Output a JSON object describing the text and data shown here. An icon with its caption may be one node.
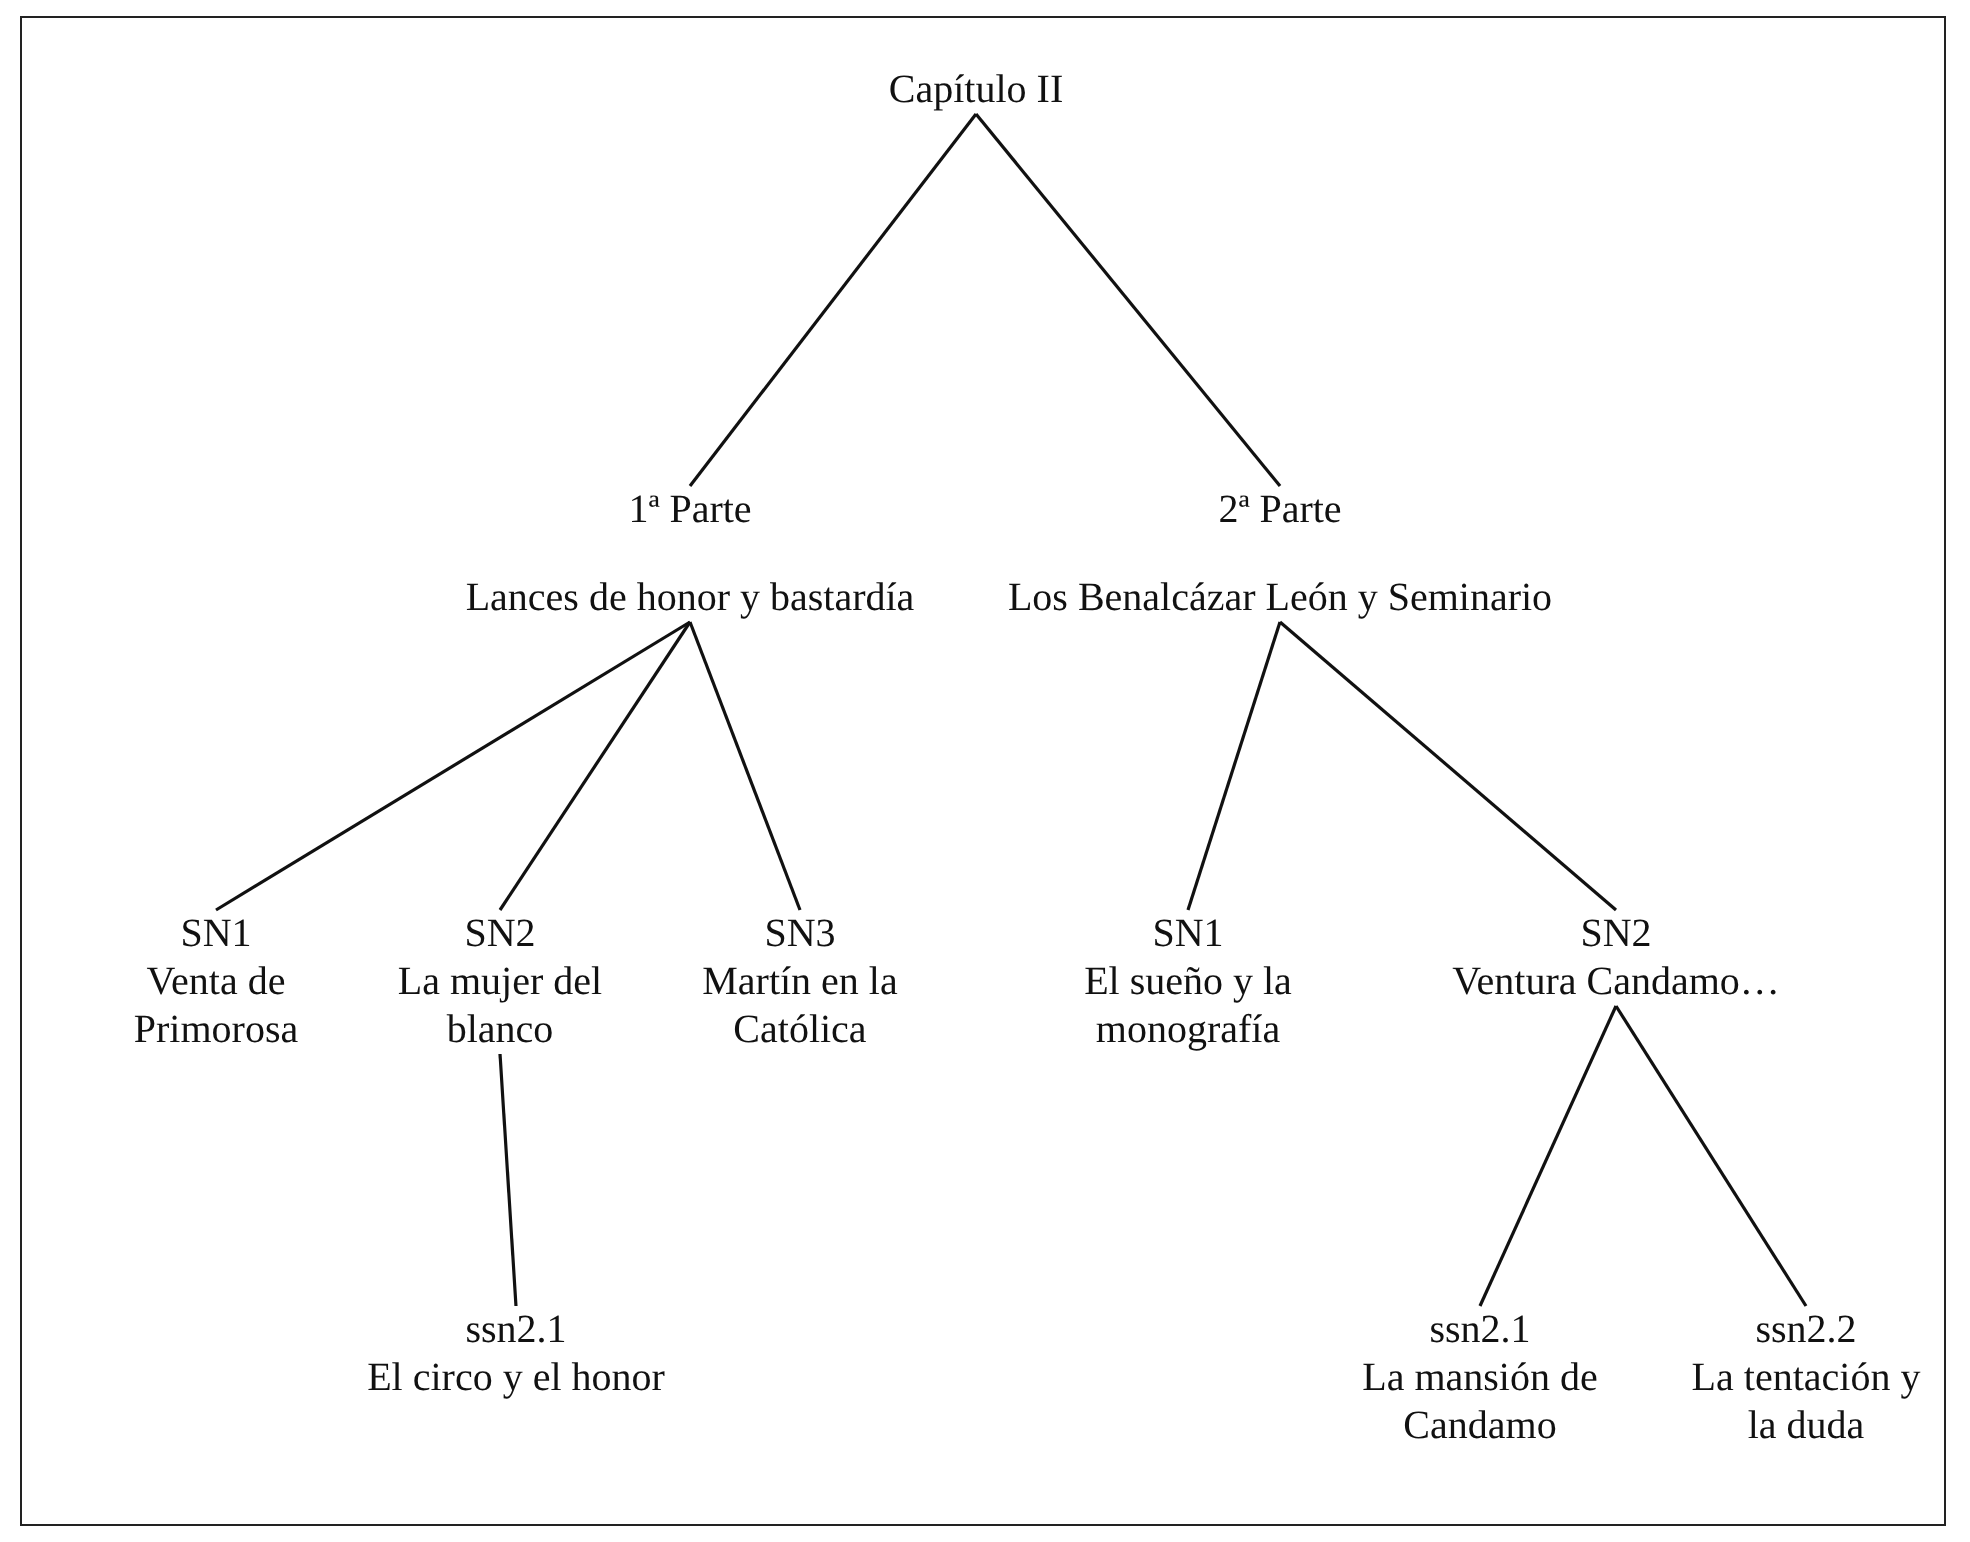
{
  "diagram": {
    "nodes": [
      {
        "text": [
          "Capítulo II"
        ]
      },
      {
        "text": [
          "1ª Parte",
          "Lances de honor y bastardía"
        ]
      },
      {
        "text": [
          "2ª Parte",
          "Los Benalcázar León y Seminario"
        ]
      },
      {
        "text": [
          "SN1",
          "Venta de Primorosa"
        ]
      },
      {
        "text": [
          "SN2",
          "La mujer del blanco"
        ]
      },
      {
        "text": [
          "SN3",
          "Martín en la Católica"
        ]
      },
      {
        "text": [
          "SN1",
          "El sueño y la monografía"
        ]
      },
      {
        "text": [
          "SN2",
          "Ventura Candamo…"
        ]
      },
      {
        "text": [
          "ssn2.1",
          "El circo y el honor"
        ]
      },
      {
        "text": [
          "ssn2.1",
          "La mansión de Candamo"
        ]
      },
      {
        "text": [
          "ssn2.2",
          "La tentación y la duda"
        ]
      }
    ],
    "edges": [
      {
        "from": 0,
        "to": 1,
        "arrow": "none"
      },
      {
        "from": 0,
        "to": 2,
        "arrow": "none"
      },
      {
        "from": 1,
        "to": 3,
        "arrow": "none"
      },
      {
        "from": 1,
        "to": 4,
        "arrow": "none"
      },
      {
        "from": 1,
        "to": 5,
        "arrow": "none"
      },
      {
        "from": 2,
        "to": 6,
        "arrow": "none"
      },
      {
        "from": 2,
        "to": 7,
        "arrow": "none"
      },
      {
        "from": 4,
        "to": 8,
        "arrow": "none"
      },
      {
        "from": 7,
        "to": 9,
        "arrow": "none"
      },
      {
        "from": 7,
        "to": 10,
        "arrow": "none"
      }
    ]
  }
}
